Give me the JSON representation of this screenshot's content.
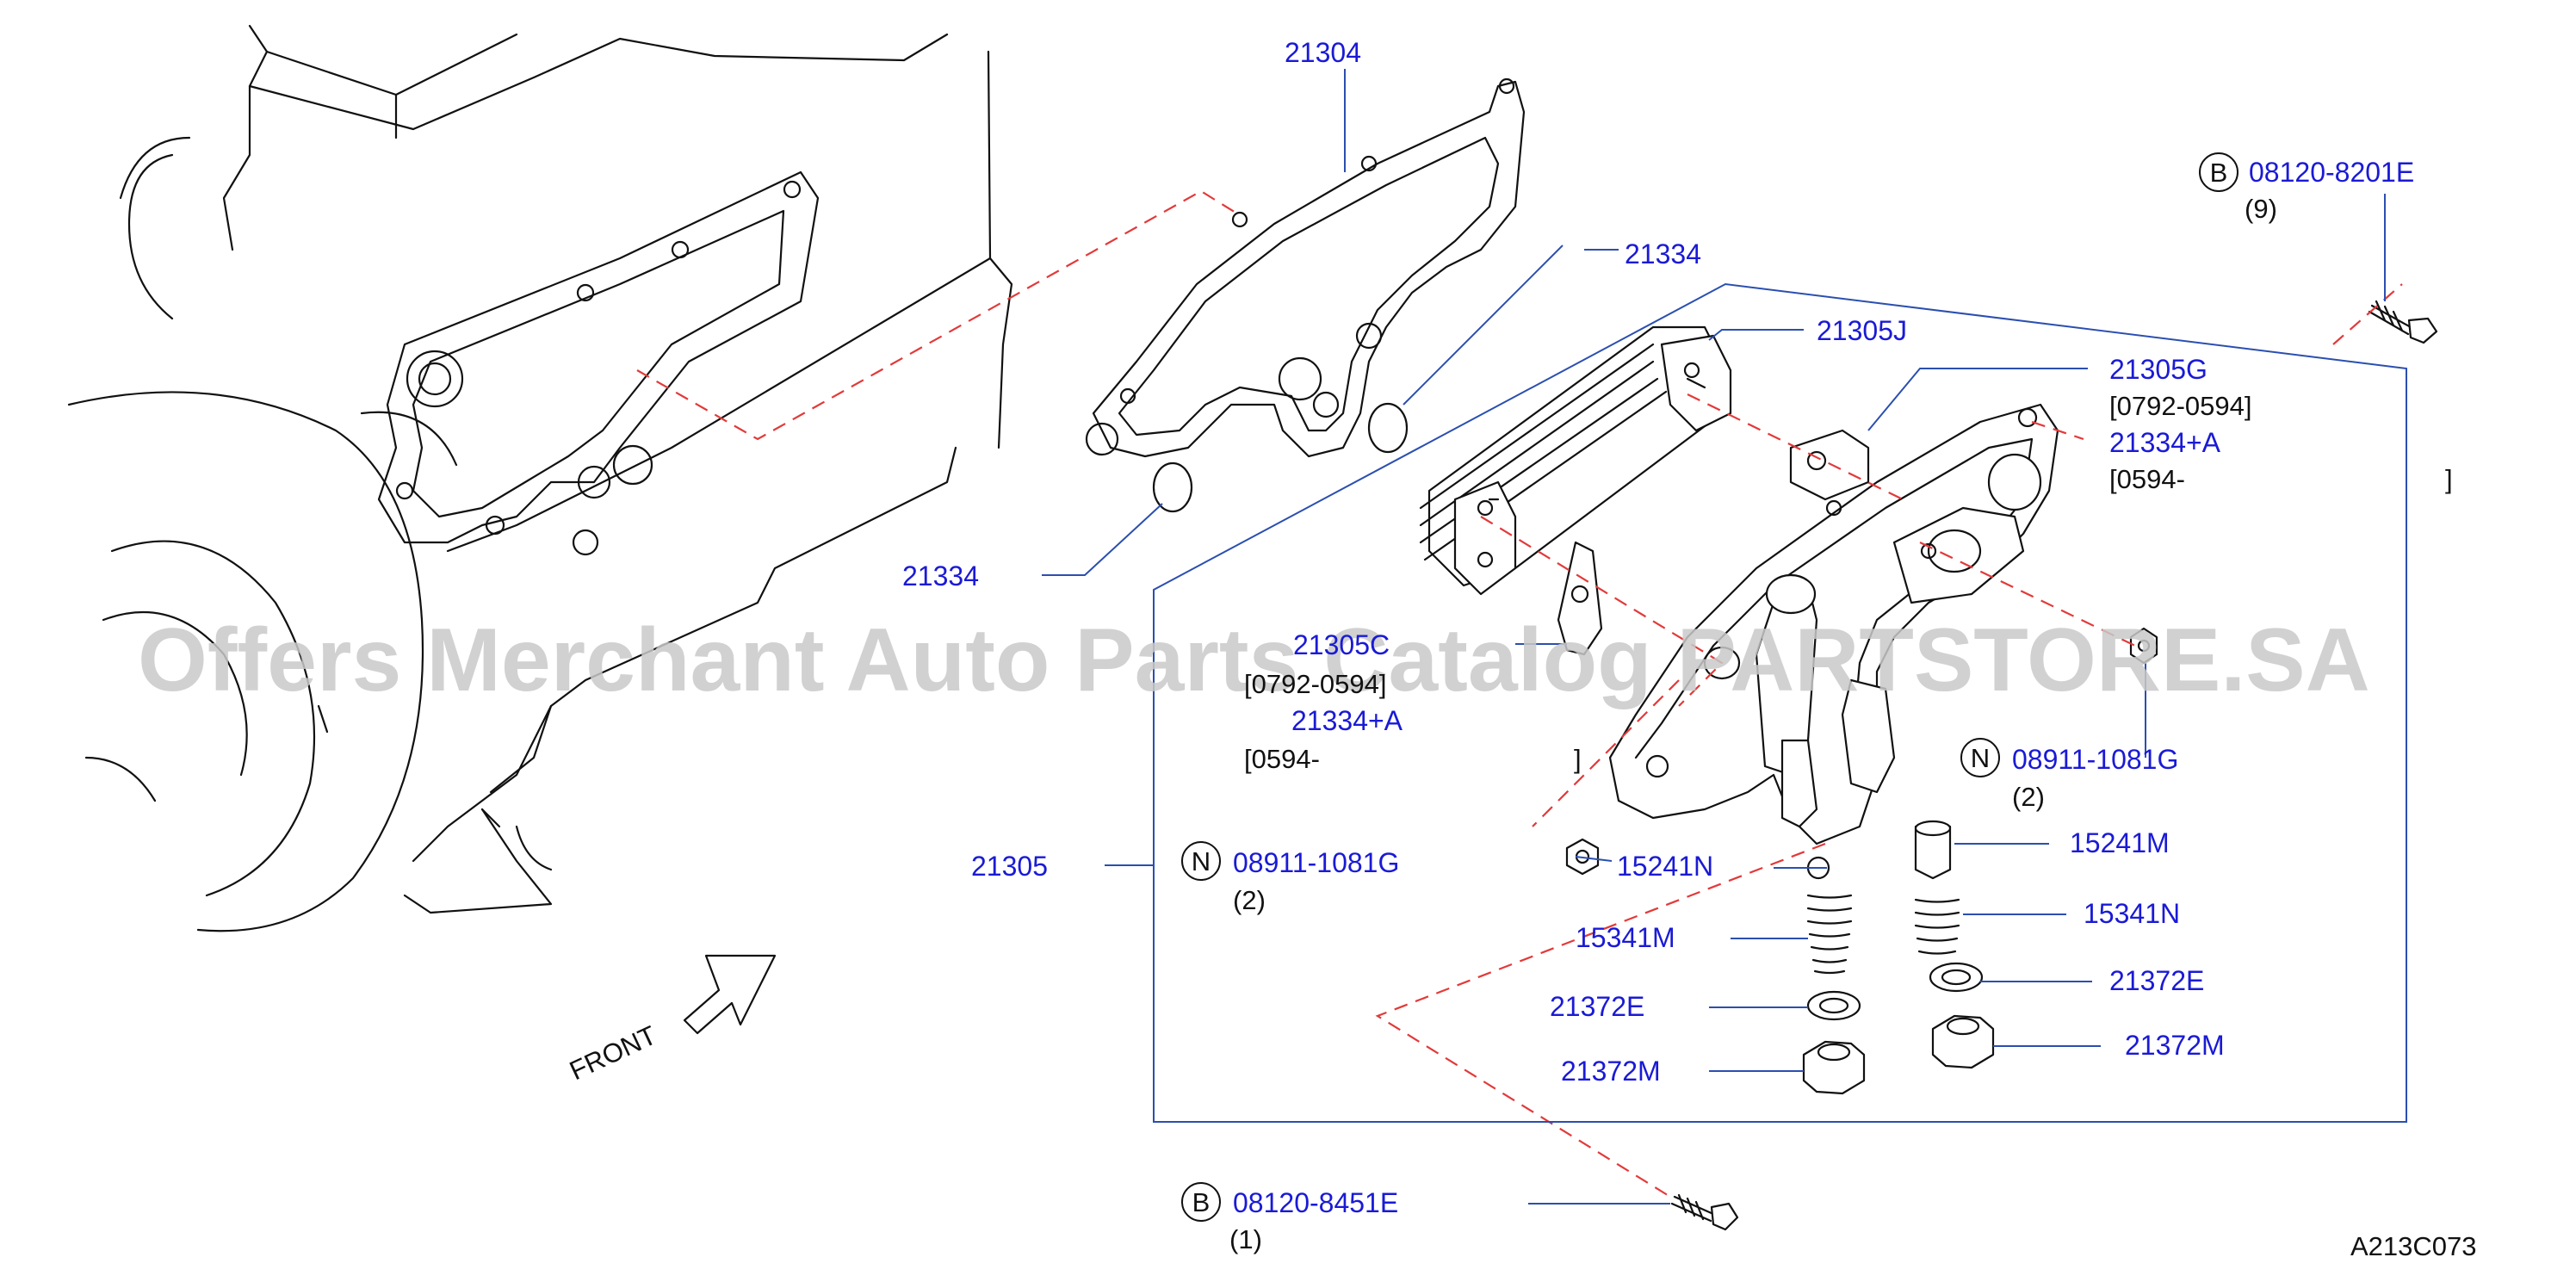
{
  "diagram_id": "A213C073",
  "front_label": "FRONT",
  "watermark": "Offers Merchant Auto Parts Catalog PARTSTORE.SA",
  "callouts": {
    "c21304": "21304",
    "c21334_top": "21334",
    "c21334_left": "21334",
    "c21305J": "21305J",
    "c21305G": "21305G",
    "c21305G_date": "[0792-0594]",
    "c21334A_right": "21334+A",
    "c21334A_right_date": "[0594-",
    "c21334A_right_bracket": "]",
    "c21305C": "21305C",
    "c21305C_date": "[0792-0594]",
    "c21334A_left": "21334+A",
    "c21334A_left_date": "[0594-",
    "c21334A_left_bracket": "]",
    "c21305": "21305",
    "c15241N": "15241N",
    "c15241M": "15241M",
    "c15341M": "15341M",
    "c15341N": "15341N",
    "c21372E_left": "21372E",
    "c21372E_right": "21372E",
    "c21372M_left": "21372M",
    "c21372M_right": "21372M"
  },
  "fasteners": {
    "bolt_top": {
      "prefix": "B",
      "part": "08120-8201E",
      "qty": "(9)"
    },
    "nut_right": {
      "prefix": "N",
      "part": "08911-1081G",
      "qty": "(2)"
    },
    "nut_left": {
      "prefix": "N",
      "part": "08911-1081G",
      "qty": "(2)"
    },
    "bolt_bottom": {
      "prefix": "B",
      "part": "08120-8451E",
      "qty": "(1)"
    }
  }
}
